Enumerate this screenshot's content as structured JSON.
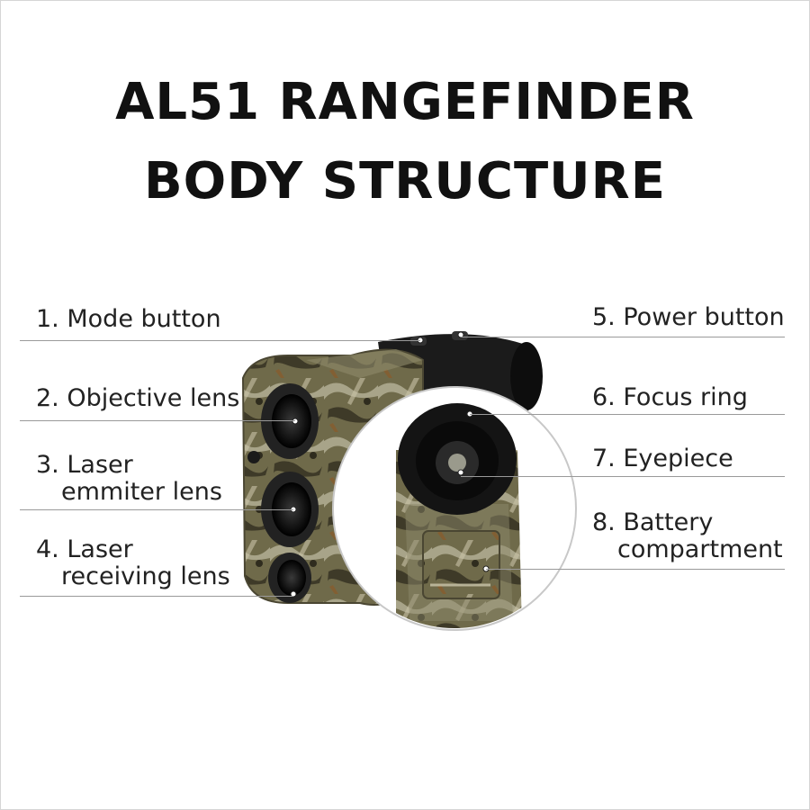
{
  "title": {
    "line1": "AL51 RANGEFINDER",
    "line2": "BODY STRUCTURE"
  },
  "labels": {
    "left": [
      {
        "num": "1.",
        "text": "Mode button",
        "cont": ""
      },
      {
        "num": "2.",
        "text": "Objective lens",
        "cont": ""
      },
      {
        "num": "3.",
        "text": "Laser",
        "cont": "emmiter lens"
      },
      {
        "num": "4.",
        "text": "Laser",
        "cont": "receiving lens"
      }
    ],
    "right": [
      {
        "num": "5.",
        "text": "Power button",
        "cont": ""
      },
      {
        "num": "6.",
        "text": "Focus ring",
        "cont": ""
      },
      {
        "num": "7.",
        "text": "Eyepiece",
        "cont": ""
      },
      {
        "num": "8.",
        "text": "Battery",
        "cont": "compartment"
      }
    ]
  },
  "colors": {
    "camo_base": "#6f6a4a",
    "camo_light": "#a8a489",
    "camo_dark": "#3e3a28",
    "body_black": "#1b1b1b",
    "rule": "#9a9a9a"
  }
}
